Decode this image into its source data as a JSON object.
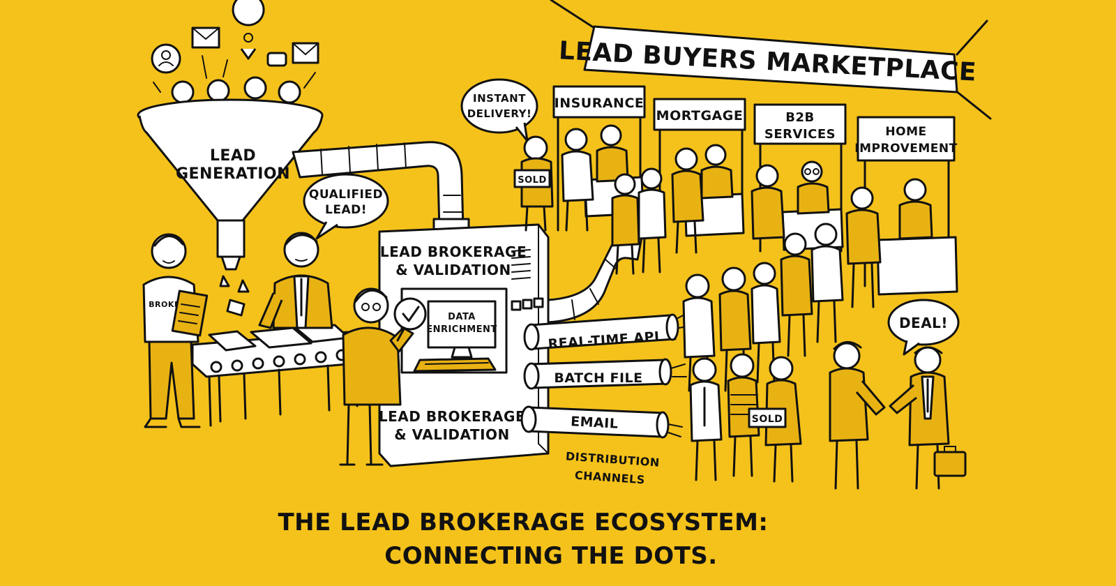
{
  "banner": {
    "title": "LEAD BUYERS MARKETPLACE"
  },
  "funnel": {
    "label_line1": "LEAD",
    "label_line2": "GENERATION"
  },
  "bubbles": {
    "qualified_line1": "QUALIFIED",
    "qualified_line2": "LEAD!",
    "instant_line1": "INSTANT",
    "instant_line2": "DELIVERY!",
    "deal": "DEAL!"
  },
  "broker": {
    "shirt_text": "BROKER"
  },
  "sold_signs": [
    "SOLD",
    "SOLD"
  ],
  "machine": {
    "top_line1": "LEAD BROKERAGE",
    "top_line2": "& VALIDATION",
    "screen_line1": "DATA",
    "screen_line2": "ENRICHMENT",
    "bottom_line1": "LEAD BROKERAGE",
    "bottom_line2": "& VALIDATION"
  },
  "booths": [
    {
      "line1": "INSURANCE",
      "line2": ""
    },
    {
      "line1": "MORTGAGE",
      "line2": ""
    },
    {
      "line1": "B2B",
      "line2": "SERVICES"
    },
    {
      "line1": "HOME",
      "line2": "IMPROVEMENT"
    }
  ],
  "channels": {
    "items": [
      "REAL-TIME API",
      "BATCH FILE",
      "EMAIL"
    ],
    "label_line1": "DISTRIBUTION",
    "label_line2": "CHANNELS"
  },
  "caption": {
    "line1": "THE LEAD BROKERAGE ECOSYSTEM:",
    "line2": "CONNECTING THE DOTS."
  },
  "colors": {
    "background": "#F5C21B",
    "ink": "#111111",
    "paper": "#FFFFFF",
    "mustard": "#E9B213"
  }
}
